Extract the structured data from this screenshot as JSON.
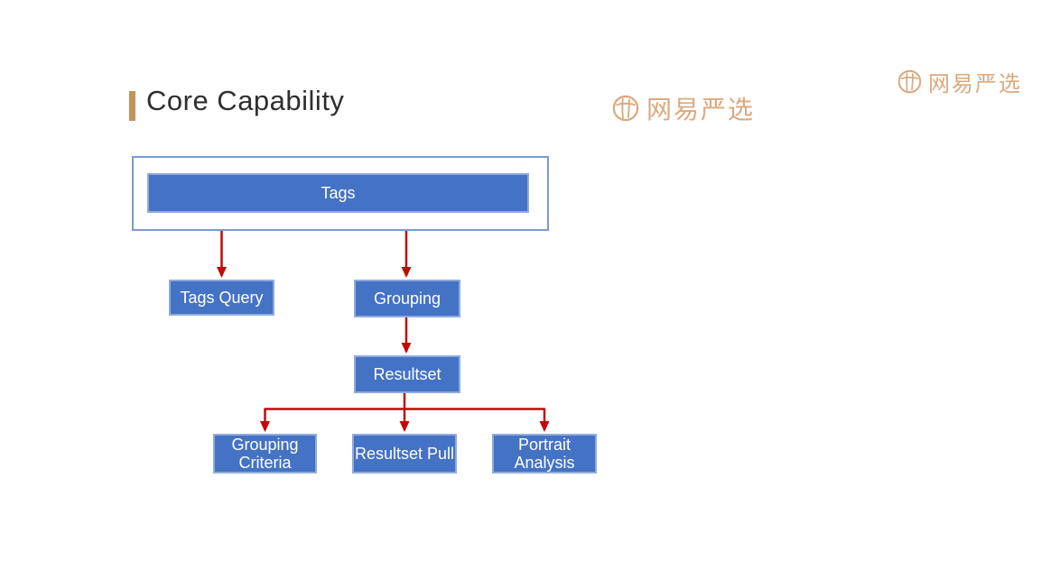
{
  "slide": {
    "background_color": "#FFFFFF",
    "title": "Core Capability",
    "title_color": "#2F2F2F",
    "accent_bar_color": "#C3945A"
  },
  "brand": {
    "center_logo_text": "网易严选",
    "top_right_logo_text": "网易严选",
    "logo_color": "#DCA87E",
    "logo_icon": "yanxuan-circle-lattice-icon"
  },
  "diagram": {
    "colors": {
      "node_fill": "#4472C4",
      "node_border": "#8FAADC",
      "container_border": "#7C9AD0",
      "arrow": "#C40808",
      "node_text": "#FFFFFF"
    },
    "nodes": {
      "tags": {
        "label": "Tags"
      },
      "tags_query": {
        "label": "Tags Query"
      },
      "grouping": {
        "label": "Grouping"
      },
      "resultset": {
        "label": "Resultset"
      },
      "grouping_criteria": {
        "label": "Grouping Criteria"
      },
      "resultset_pull": {
        "label": "Resultset Pull"
      },
      "portrait_analysis": {
        "label": "Portrait Analysis"
      }
    },
    "edges": [
      {
        "from": "tags",
        "to": "tags_query"
      },
      {
        "from": "tags",
        "to": "grouping"
      },
      {
        "from": "grouping",
        "to": "resultset"
      },
      {
        "from": "resultset",
        "to": "grouping_criteria"
      },
      {
        "from": "resultset",
        "to": "resultset_pull"
      },
      {
        "from": "resultset",
        "to": "portrait_analysis"
      }
    ]
  }
}
